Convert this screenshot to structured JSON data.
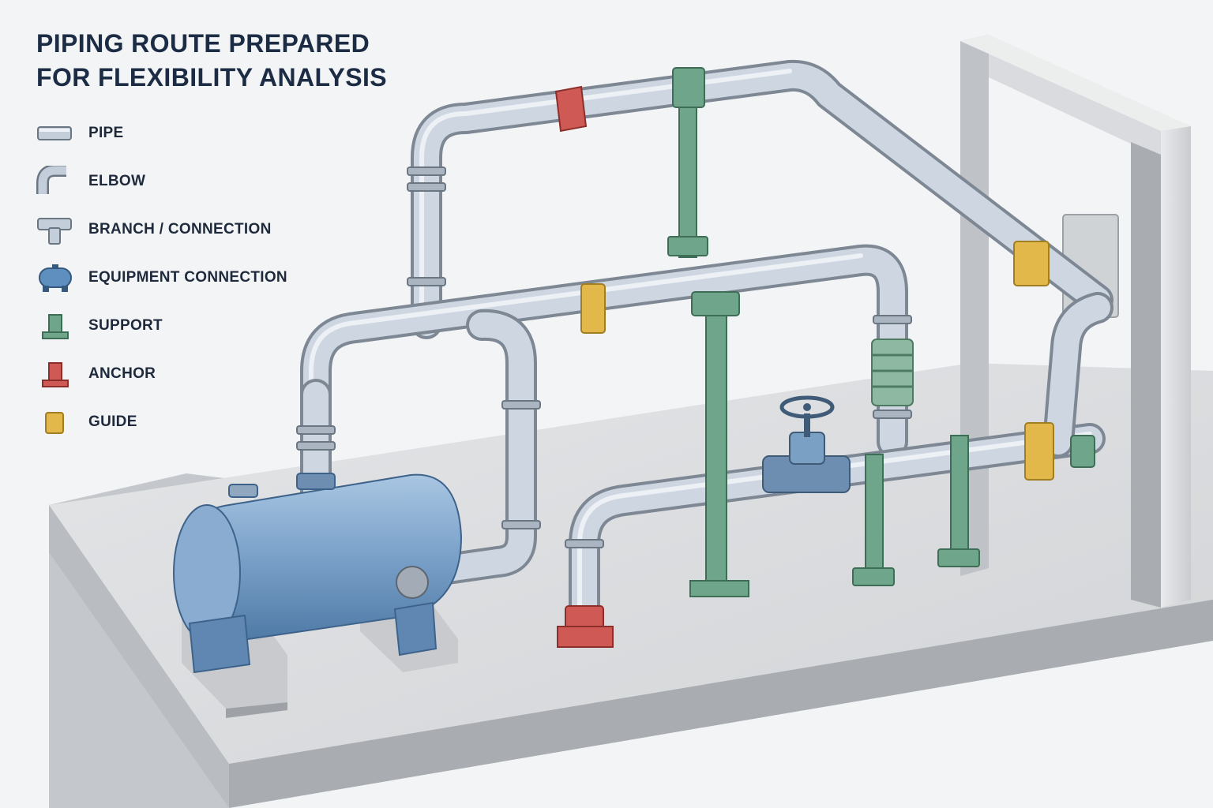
{
  "title": {
    "line1": "PIPING ROUTE PREPARED",
    "line2": "FOR FLEXIBILITY ANALYSIS"
  },
  "legend": [
    {
      "key": "pipe",
      "label": "PIPE",
      "icon": "pipe-icon",
      "color": "#b9c6d4"
    },
    {
      "key": "elbow",
      "label": "ELBOW",
      "icon": "elbow-icon",
      "color": "#b9c6d4"
    },
    {
      "key": "branch",
      "label": "BRANCH / CONNECTION",
      "icon": "tee-icon",
      "color": "#b9c6d4"
    },
    {
      "key": "equipment",
      "label": "EQUIPMENT CONNECTION",
      "icon": "vessel-icon",
      "color": "#5f8fbf"
    },
    {
      "key": "support",
      "label": "SUPPORT",
      "icon": "support-icon",
      "color": "#5f9d7e"
    },
    {
      "key": "anchor",
      "label": "ANCHOR",
      "icon": "anchor-icon",
      "color": "#cf5a55"
    },
    {
      "key": "guide",
      "label": "GUIDE",
      "icon": "guide-icon",
      "color": "#e3b84a"
    }
  ],
  "colors": {
    "pipe": "#c3ceda",
    "vessel": "#7ea4cb",
    "support": "#6fa58a",
    "anchor": "#cf5a55",
    "guide": "#e3b84a",
    "floor": "#d7d9dc"
  }
}
